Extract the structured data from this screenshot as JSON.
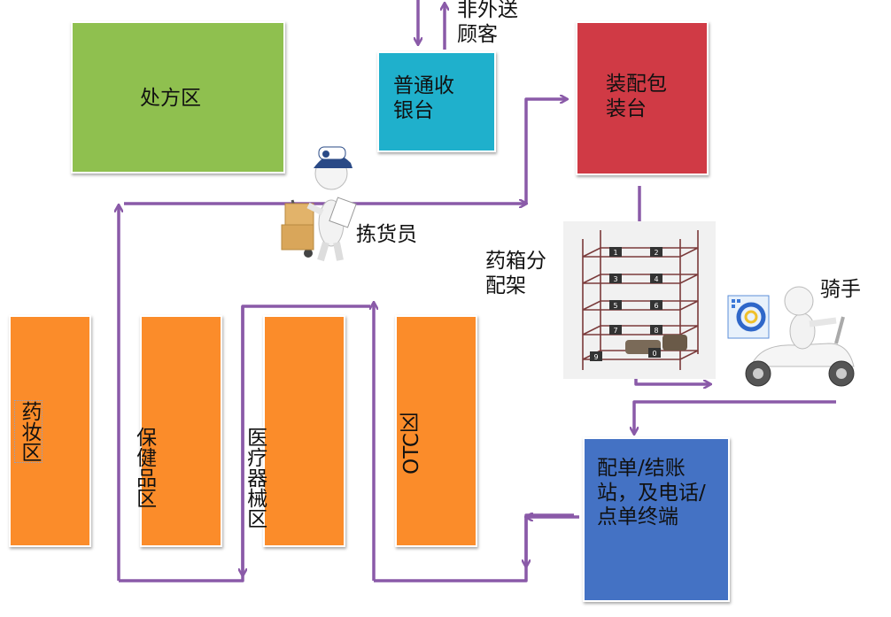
{
  "zones": {
    "prescription": "处方区",
    "cashier": "普通收银台",
    "packing": "装配包装台",
    "cosmetics": "药妆区",
    "health": "保健品区",
    "medical": "医疗器械区",
    "otc": "OTC区",
    "dispatch": "配单/结账站，及电话/点单终端"
  },
  "labels": {
    "non_delivery": "非外送顾客",
    "picker": "拣货员",
    "shelf": "药箱分配架",
    "rider": "骑手"
  },
  "shelf_numbers": [
    "1",
    "2",
    "3",
    "4",
    "5",
    "6",
    "7",
    "8",
    "9",
    "0"
  ],
  "colors": {
    "prescription": "#8fc04f",
    "cashier": "#1fb0cc",
    "packing": "#d03a45",
    "zones_orange": "#fb8c2a",
    "dispatch": "#4472c4",
    "arrow": "#8a5aa8"
  }
}
